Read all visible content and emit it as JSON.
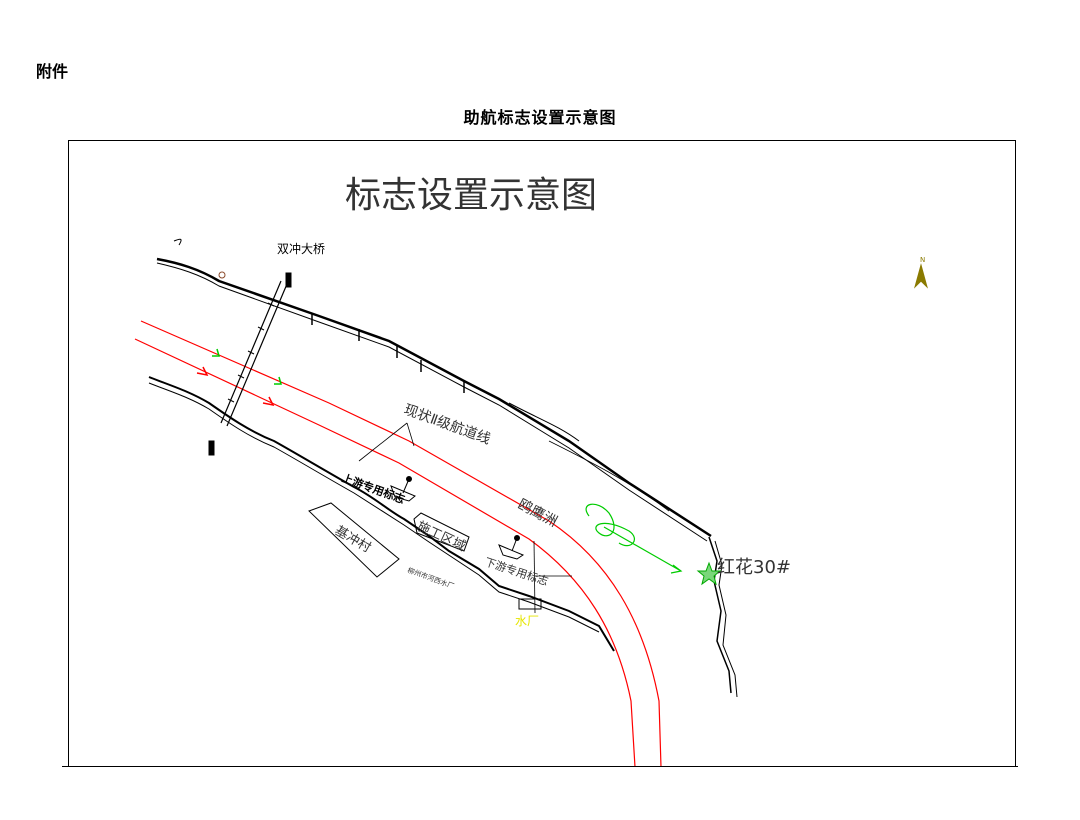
{
  "header": {
    "attachment_label": "附件",
    "title": "助航标志设置示意图"
  },
  "drawing": {
    "title": "标志设置示意图",
    "bridge_label": "双冲大桥",
    "channel_label": "现状Ⅱ级航道线",
    "upper_sign_label": "上游专用标志",
    "lower_sign_label": "下游专用标志",
    "village_label": "基冲村",
    "construction_label": "施工区域",
    "factory_label": "柳州市河西水厂",
    "island_label": "鸥鹰洲",
    "red_flower_label": "红花30#",
    "dock_label": "水厂",
    "north_label": "N"
  },
  "colors": {
    "channel_line": "#ff0000",
    "flow_arrow": "#00cc00",
    "dock_label": "#e6e600",
    "north_arrow": "#8a7a00"
  }
}
